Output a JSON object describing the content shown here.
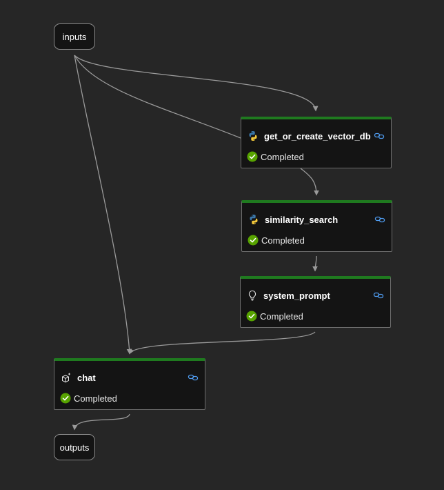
{
  "flow": {
    "inputs_label": "inputs",
    "outputs_label": "outputs",
    "nodes": [
      {
        "id": "get_or_create_vector_db",
        "title": "get_or_create_vector_db",
        "icon": "python-icon",
        "status": "Completed"
      },
      {
        "id": "similarity_search",
        "title": "similarity_search",
        "icon": "python-icon",
        "status": "Completed"
      },
      {
        "id": "system_prompt",
        "title": "system_prompt",
        "icon": "lightbulb-icon",
        "status": "Completed"
      },
      {
        "id": "chat",
        "title": "chat",
        "icon": "sparkle-cube-icon",
        "status": "Completed"
      }
    ]
  },
  "colors": {
    "background": "#262626",
    "node_fill": "#141414",
    "status_bar": "#1f7a1f",
    "completed_check": "#57a300",
    "link_icon": "#4f9cf0",
    "edge": "#9a9a9a"
  }
}
